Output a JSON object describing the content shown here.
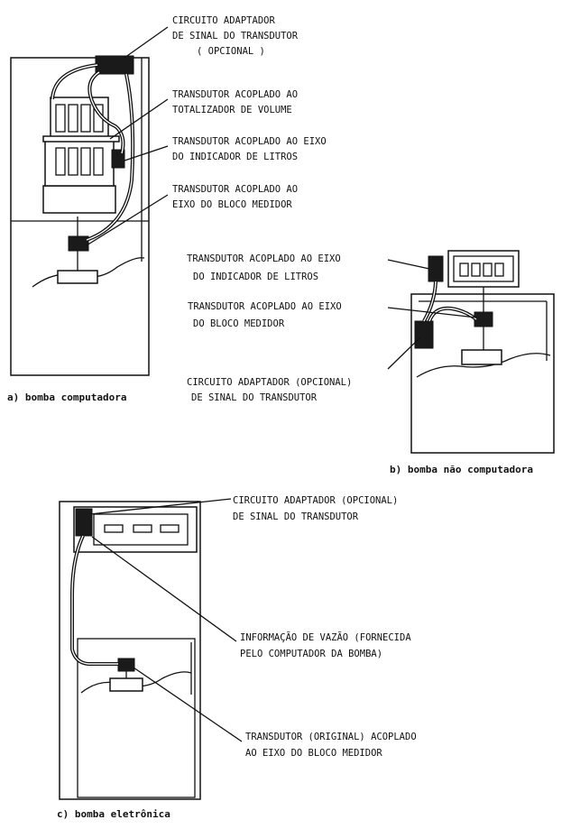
{
  "panel_a": {
    "adapter_label": [
      "CIRCUITO ADAPTADOR",
      "DE SINAL DO TRANSDUTOR",
      "( OPCIONAL )"
    ],
    "volume_label": [
      "TRANSDUTOR ACOPLADO AO",
      "TOTALIZADOR DE VOLUME"
    ],
    "liters_label": [
      "TRANSDUTOR ACOPLADO AO EIXO",
      "DO INDICADOR DE LITROS"
    ],
    "meter_label": [
      "TRANSDUTOR ACOPLADO AO",
      "EIXO DO BLOCO MEDIDOR"
    ],
    "caption": "a) bomba computadora"
  },
  "panel_b": {
    "liters_label": [
      "TRANSDUTOR ACOPLADO AO EIXO",
      "DO INDICADOR DE LITROS"
    ],
    "meter_label": [
      "TRANSDUTOR ACOPLADO AO EIXO",
      "DO BLOCO MEDIDOR"
    ],
    "adapter_label": [
      "CIRCUITO ADAPTADOR (OPCIONAL)",
      "DE SINAL DO TRANSDUTOR"
    ],
    "caption": "b) bomba não computadora"
  },
  "panel_c": {
    "adapter_label": [
      "CIRCUITO ADAPTADOR (OPCIONAL)",
      "DE SINAL DO TRANSDUTOR"
    ],
    "flow_label": [
      "INFORMAÇÃO DE VAZÃO (FORNECIDA",
      "PELO COMPUTADOR DA BOMBA)"
    ],
    "meter_label": [
      "TRANSDUTOR (ORIGINAL) ACOPLADO",
      "AO EIXO DO BLOCO MEDIDOR"
    ],
    "caption": "c) bomba eletrônica"
  }
}
